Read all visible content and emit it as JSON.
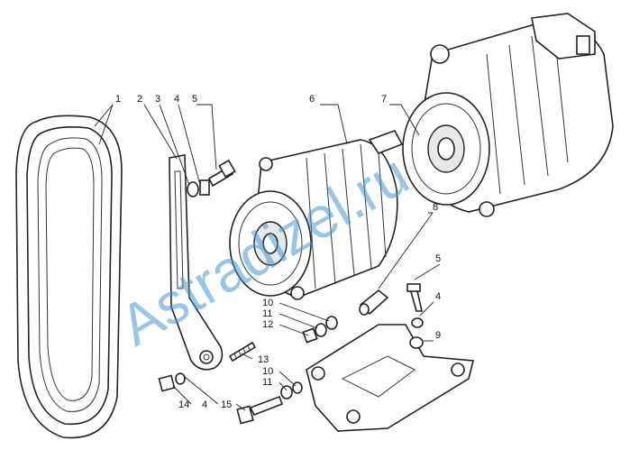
{
  "watermark": "Astradizel.ru",
  "callouts": {
    "c1": "1",
    "c2": "2",
    "c3": "3",
    "c4a": "4",
    "c5a": "5",
    "c6": "6",
    "c7": "7",
    "c8": "8",
    "c5b": "5",
    "c4b": "4",
    "c9": "9",
    "c10a": "10",
    "c11a": "11",
    "c12": "12",
    "c13": "13",
    "c10b": "10",
    "c11b": "11",
    "c14": "14",
    "c4c": "4",
    "c15": "15"
  },
  "colors": {
    "ink": "#222222",
    "watermark": "#4696d2"
  }
}
